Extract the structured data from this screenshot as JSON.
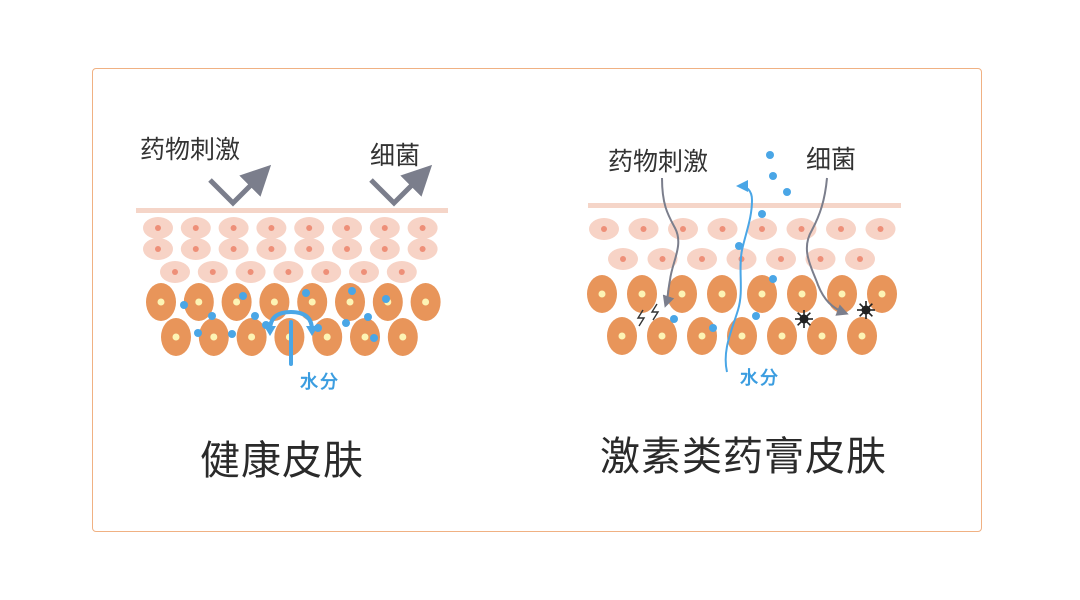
{
  "healthy": {
    "label_drug": "药物刺激",
    "label_bacteria": "细菌",
    "label_water": "水分",
    "title": "健康皮肤"
  },
  "damaged": {
    "label_drug": "药物刺激",
    "label_bacteria": "细菌",
    "label_water": "水分",
    "title": "激素类药膏皮肤"
  },
  "colors": {
    "frame_border": "#f0b183",
    "cell_pale": "#f7d3c6",
    "cell_pale_nucleus": "#ee8f78",
    "cell_deep": "#e8955a",
    "cell_deep_nucleus": "#fdf4b4",
    "water": "#4aa6e6",
    "arrow_gray": "#7b7e8c"
  }
}
